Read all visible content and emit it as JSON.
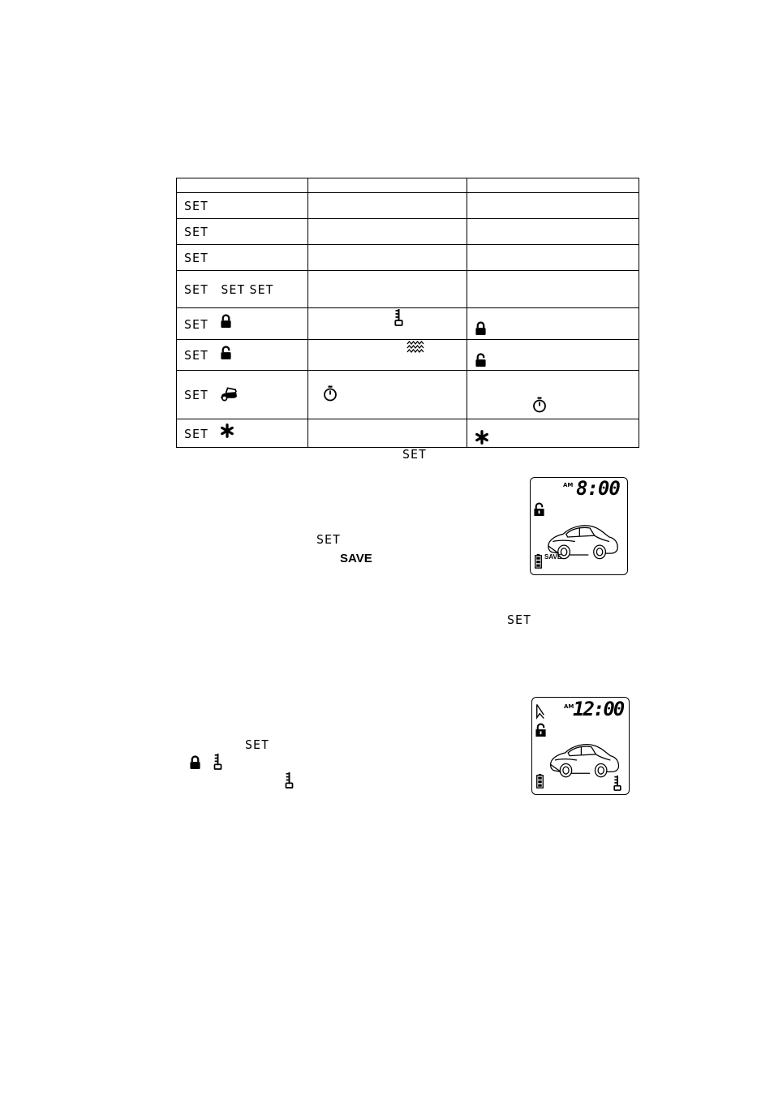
{
  "set_label": "SET",
  "table": {
    "rows": [
      {
        "c1": [
          "SET"
        ]
      },
      {
        "c1": [
          "SET"
        ]
      },
      {
        "c1": [
          "SET"
        ]
      },
      {
        "c1": [
          "SET",
          "SET",
          "SET"
        ]
      },
      {
        "c1": [
          "SET"
        ],
        "c1_icon": "lock-closed-icon",
        "c2_icon": "key-icon",
        "c3_icon": "lock-closed-icon"
      },
      {
        "c1": [
          "SET"
        ],
        "c1_icon": "lock-open-icon",
        "c2_icon": "wave-icon",
        "c3_icon": "lock-open-icon"
      },
      {
        "c1": [
          "SET"
        ],
        "c1_icon": "car-trunk-icon",
        "c2_icon": "stopwatch-icon",
        "c3_icon": "stopwatch-icon"
      },
      {
        "c1": [
          "SET"
        ],
        "c1_icon": "asterisk-icon",
        "c3_icon": "asterisk-icon"
      }
    ]
  },
  "below_table_set": "SET",
  "section1": {
    "set": "SET",
    "save": "SAVE"
  },
  "lcd1": {
    "am": "AM",
    "time": "8:00",
    "save": "SAVE"
  },
  "section2": {
    "set": "SET"
  },
  "section3": {
    "set": "SET"
  },
  "lcd2": {
    "am": "AM",
    "time": "12:00"
  }
}
